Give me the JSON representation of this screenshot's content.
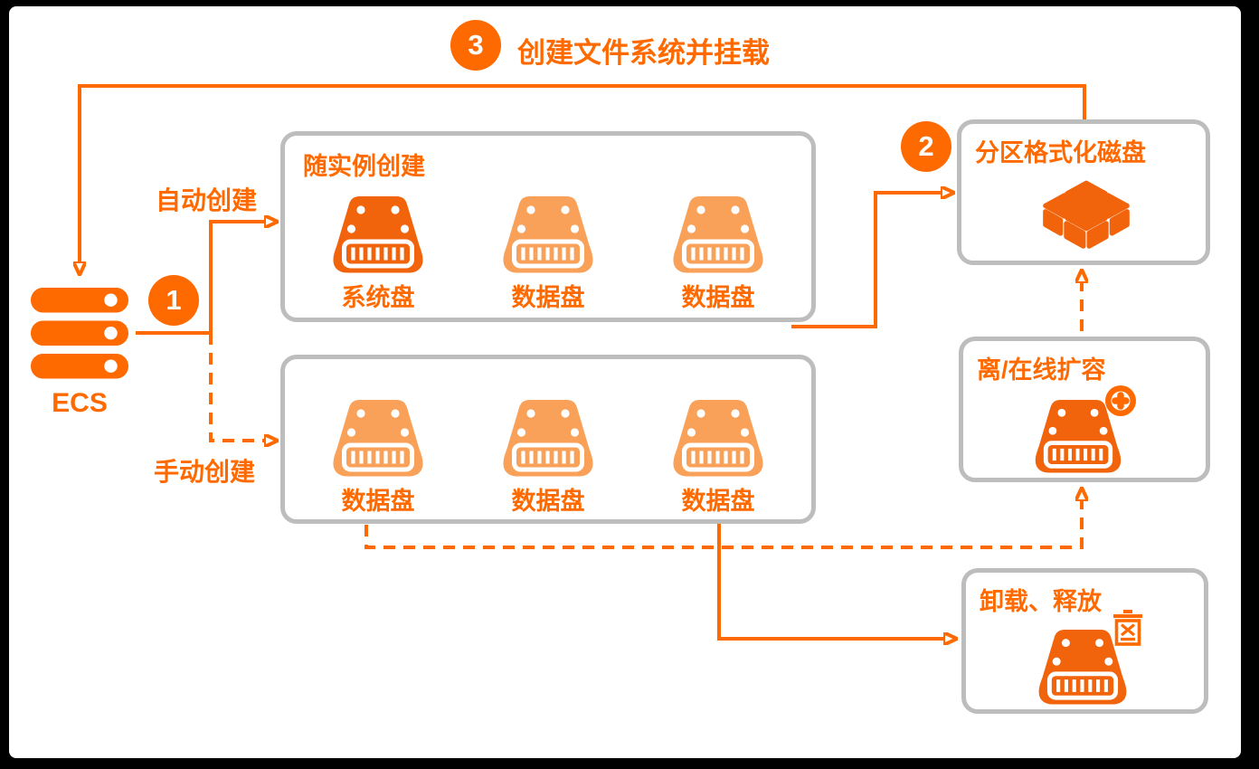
{
  "colors": {
    "accent": "#FF6A00",
    "disk_dark": "#F2640C",
    "disk_light": "#F9A159",
    "box_border": "#BDBDBD",
    "canvas_background": "#FFFFFF",
    "frame_background": "#000000",
    "badge_text": "#FFFFFF"
  },
  "step1": {
    "number": "1"
  },
  "step2": {
    "number": "2"
  },
  "step3": {
    "number": "3",
    "label": "创建文件系统并挂载"
  },
  "ecs": {
    "label": "ECS"
  },
  "edges": {
    "auto_create": "自动创建",
    "manual_create": "手动创建"
  },
  "with_instance_box": {
    "title": "随实例创建",
    "disks": [
      {
        "label": "系统盘",
        "variant": "dark"
      },
      {
        "label": "数据盘",
        "variant": "light"
      },
      {
        "label": "数据盘",
        "variant": "light"
      }
    ]
  },
  "manual_box": {
    "disks": [
      {
        "label": "数据盘",
        "variant": "light"
      },
      {
        "label": "数据盘",
        "variant": "light"
      },
      {
        "label": "数据盘",
        "variant": "light"
      }
    ]
  },
  "partition_box": {
    "title": "分区格式化磁盘"
  },
  "resize_box": {
    "title": "离/在线扩容"
  },
  "detach_box": {
    "title": "卸载、释放"
  }
}
